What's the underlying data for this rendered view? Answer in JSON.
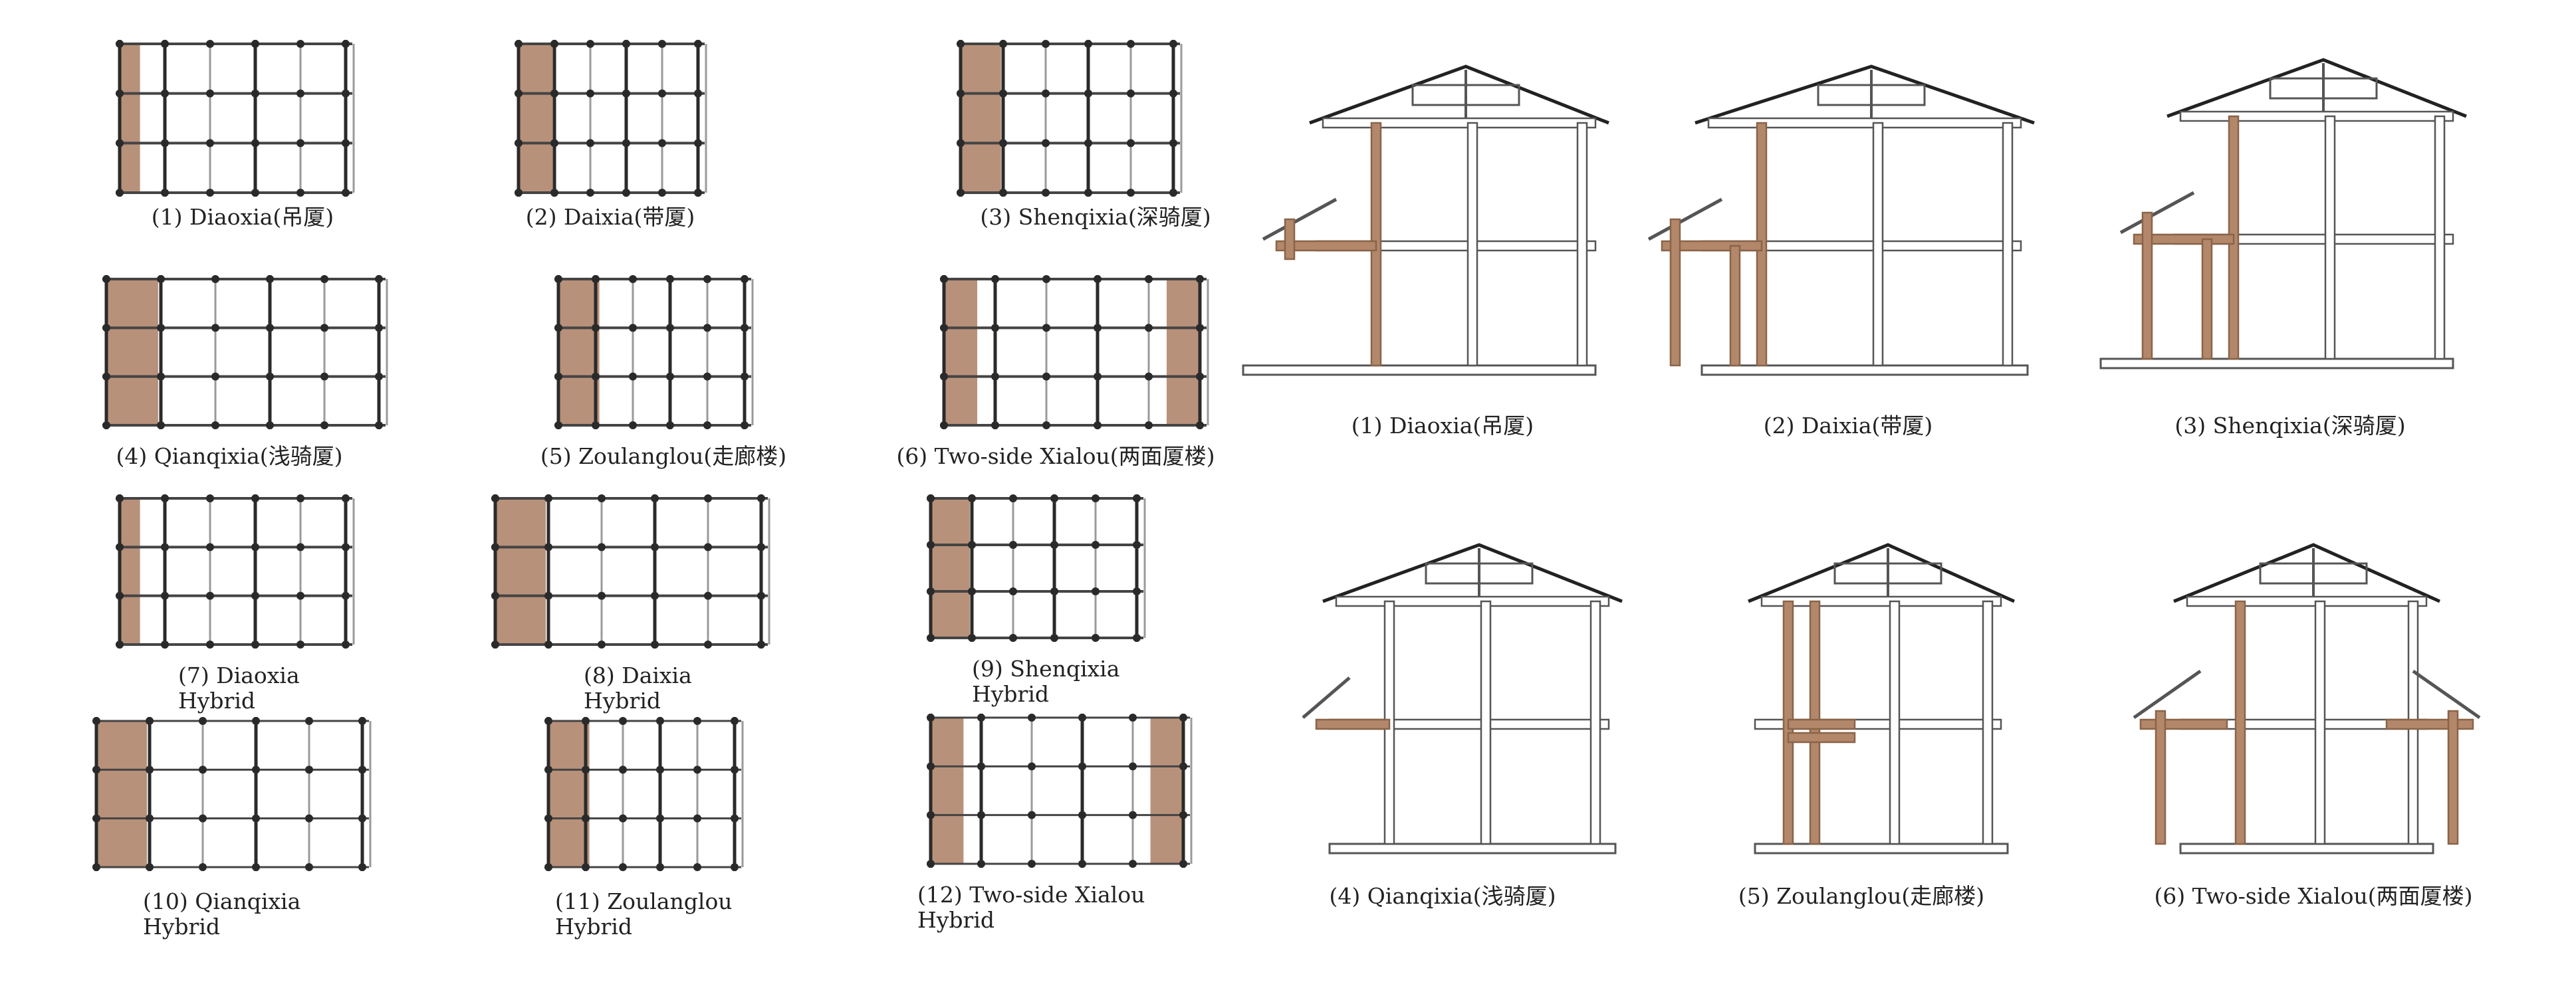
{
  "colors": {
    "timber": "#b3876a",
    "timber_fill": "#b8917a",
    "frame_line": "#2a2a2a",
    "grid_line": "#444444",
    "light_line": "#9a9a9a"
  },
  "floor_plans": [
    {
      "label": "(1) Diaoxia(吊厦)",
      "shade": "left-narrow"
    },
    {
      "label": "(2) Daixia(带厦)",
      "shade": "left-wide"
    },
    {
      "label": "(3) Shenqixia(深骑厦)",
      "shade": "left-wide"
    },
    {
      "label": "(4) Qianqixia(浅骑厦)",
      "shade": "left-wide"
    },
    {
      "label": "(5) Zoulanglou(走廊楼)",
      "shade": "left-medium"
    },
    {
      "label": "(6) Two-side Xialou(两面厦楼)",
      "shade": "both-sides"
    },
    {
      "label_line1": "(7) Diaoxia",
      "label_line2": "Hybrid",
      "shade": "left-narrow"
    },
    {
      "label_line1": "(8) Daixia",
      "label_line2": "Hybrid",
      "shade": "left-wide"
    },
    {
      "label_line1": "(9) Shenqixia",
      "label_line2": "Hybrid",
      "shade": "left-wide"
    },
    {
      "label_line1": "(10) Qianqixia",
      "label_line2": "Hybrid",
      "shade": "left-wide"
    },
    {
      "label_line1": "(11) Zoulanglou",
      "label_line2": "Hybrid",
      "shade": "left-medium"
    },
    {
      "label_line1": "(12) Two-side Xialou",
      "label_line2": "Hybrid",
      "shade": "both-sides"
    }
  ],
  "sections": [
    {
      "label": "(1) Diaoxia(吊厦)",
      "type": "diaoxia"
    },
    {
      "label": "(2) Daixia(带厦)",
      "type": "daixia"
    },
    {
      "label": "(3) Shenqixia(深骑厦)",
      "type": "shenqixia"
    },
    {
      "label": "(4) Qianqixia(浅骑厦)",
      "type": "qianqixia"
    },
    {
      "label": "(5) Zoulanglou(走廊楼)",
      "type": "zoulanglou"
    },
    {
      "label": "(6) Two-side Xialou(两面厦楼)",
      "type": "twoside"
    }
  ]
}
